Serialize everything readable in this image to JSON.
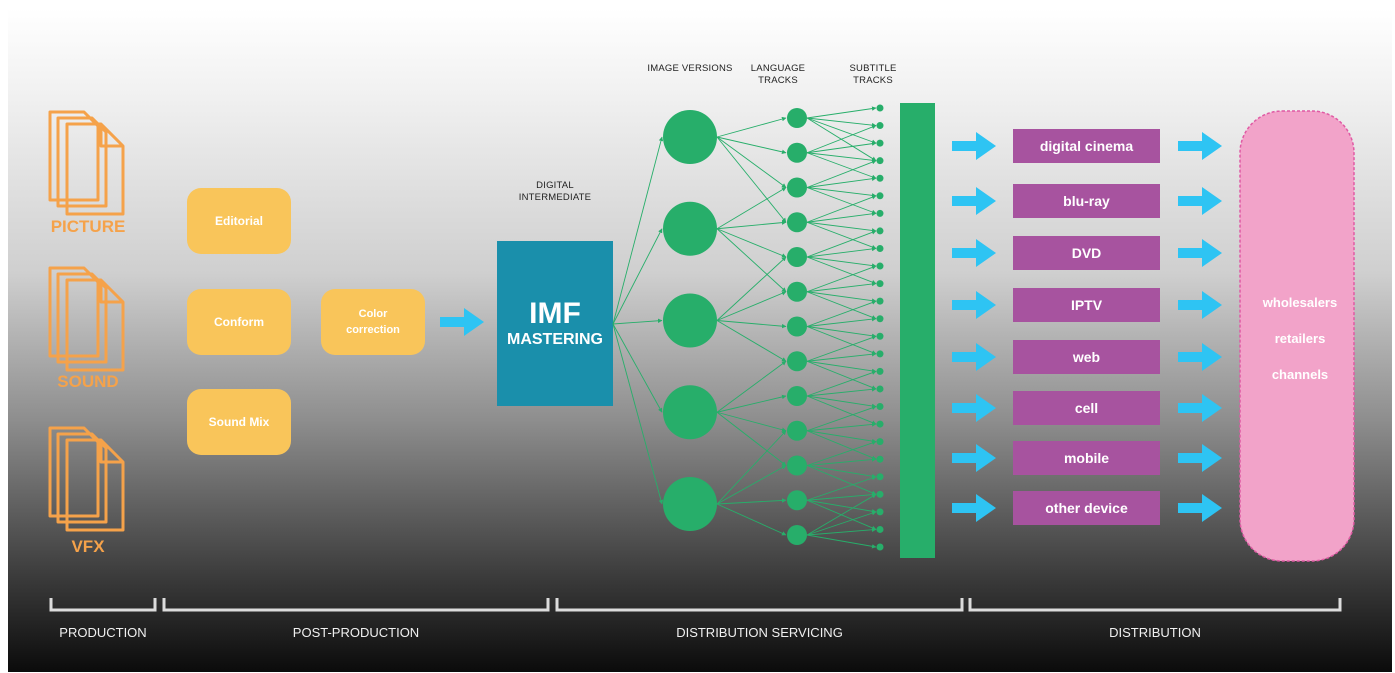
{
  "production": {
    "items": [
      {
        "label": "PICTURE",
        "icon": "document-stack-icon"
      },
      {
        "label": "SOUND",
        "icon": "document-stack-icon"
      },
      {
        "label": "VFX",
        "icon": "document-stack-icon"
      }
    ]
  },
  "post_production": {
    "boxes": [
      "Editorial",
      "Conform",
      "Sound Mix"
    ],
    "color_correction": "Color correction"
  },
  "mastering": {
    "caption": "DIGITAL INTERMEDIATE",
    "title": "IMF",
    "subtitle": "MASTERING"
  },
  "servicing": {
    "headers": {
      "image_versions": "IMAGE VERSIONS",
      "language_tracks": "LANGUAGE TRACKS",
      "subtitle_tracks": "SUBTITLE TRACKS"
    },
    "image_version_count": 5,
    "language_track_count": 13,
    "subtitle_track_count": 26
  },
  "platforms": [
    "digital cinema",
    "blu-ray",
    "DVD",
    "IPTV",
    "web",
    "cell",
    "mobile",
    "other device"
  ],
  "destinations": [
    "wholesalers",
    "retailers",
    "channels"
  ],
  "phases": [
    "PRODUCTION",
    "POST-PRODUCTION",
    "DISTRIBUTION SERVICING",
    "DISTRIBUTION"
  ],
  "colors": {
    "document_orange": "#f5a24a",
    "post_box_yellow": "#f9c55a",
    "imf_teal": "#1a8fab",
    "node_green": "#27ae6a",
    "arrow_blue": "#2ec4f3",
    "platform_purple": "#a7539f",
    "destination_pink": "#f2a3c9"
  }
}
